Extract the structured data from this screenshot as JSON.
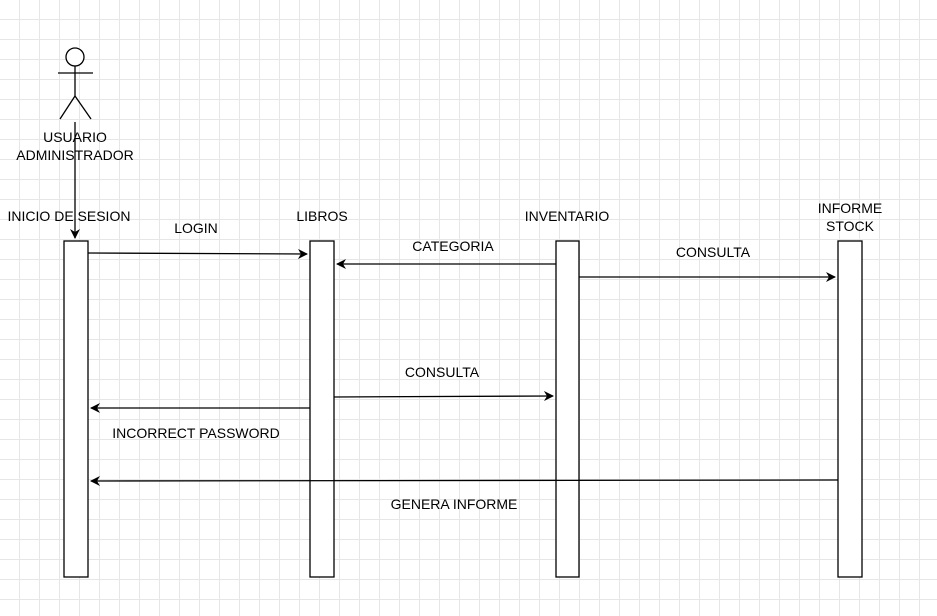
{
  "colors": {
    "line": "#000000",
    "fill": "#ffffff",
    "grid": "#e6e6e6"
  },
  "actor": {
    "label_line1": "USUARIO",
    "label_line2": "ADMINISTRADOR"
  },
  "lifelines": {
    "inicio": "INICIO DE SESION",
    "libros": "LIBROS",
    "inventario": "INVENTARIO",
    "informe_line1": "INFORME",
    "informe_line2": "STOCK"
  },
  "messages": {
    "login": "LOGIN",
    "categoria": "CATEGORIA",
    "consulta_informe": "CONSULTA",
    "consulta_inventario": "CONSULTA",
    "incorrect_password": "INCORRECT PASSWORD",
    "genera_informe": "GENERA INFORME"
  }
}
